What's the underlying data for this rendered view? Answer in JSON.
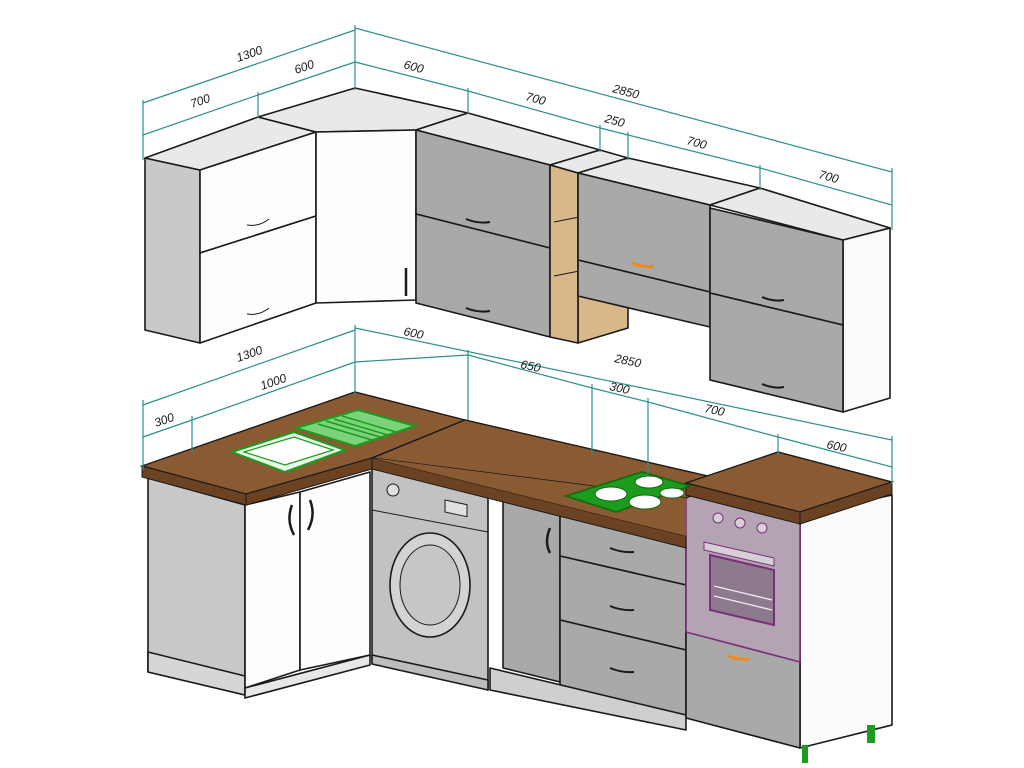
{
  "colors": {
    "door_grey": "#a9a9a9",
    "door_white": "#fdfdfd",
    "side_panel": "#c9c9c9",
    "top_panel": "#e9e9e9",
    "countertop": "#8a5a32",
    "countertop_edge": "#6b4322",
    "shelf_wood": "#d8b888",
    "dimension_line": "#2f8f8f",
    "sink_green": "#1d9b1d",
    "oven_purple": "#7a2f7a",
    "handle_orange": "#f08a1c"
  },
  "dimensions": {
    "upper": {
      "left_total": "1300",
      "left_700": "700",
      "left_600": "600",
      "right_total": "2850",
      "corner_600": "600",
      "mid_700": "700",
      "open_250": "250",
      "right_700a": "700",
      "right_700b": "700"
    },
    "lower": {
      "left_total": "1300",
      "left_300": "300",
      "left_1000": "1000",
      "right_total": "2850",
      "corner_600": "600",
      "mid_650": "650",
      "hob_300": "300",
      "hob_700": "700",
      "end_600": "600"
    }
  },
  "components": {
    "upper_cabinets": [
      "upper-left-cabinet",
      "upper-corner-cabinet",
      "upper-middle-cabinet",
      "open-shelf",
      "upper-right-cabinet-a",
      "upper-right-cabinet-b"
    ],
    "appliances": [
      "sink",
      "washing-machine",
      "hob",
      "oven"
    ]
  }
}
